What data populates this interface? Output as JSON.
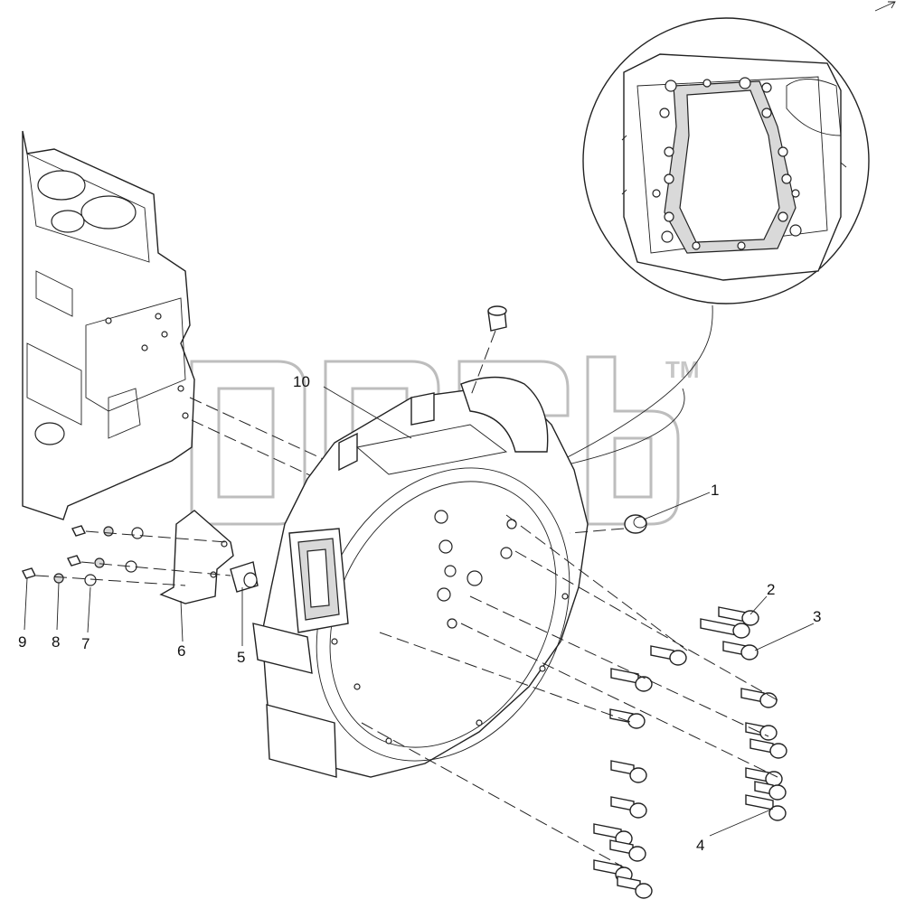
{
  "diagram": {
    "watermark": "TM",
    "callouts": [
      {
        "id": "callout-1",
        "text": "1"
      },
      {
        "id": "callout-2",
        "text": "2"
      },
      {
        "id": "callout-3",
        "text": "3"
      },
      {
        "id": "callout-4",
        "text": "4"
      },
      {
        "id": "callout-5",
        "text": "5"
      },
      {
        "id": "callout-6",
        "text": "6"
      },
      {
        "id": "callout-7",
        "text": "7"
      },
      {
        "id": "callout-8",
        "text": "8"
      },
      {
        "id": "callout-9",
        "text": "9"
      },
      {
        "id": "callout-10",
        "text": "10"
      }
    ]
  }
}
